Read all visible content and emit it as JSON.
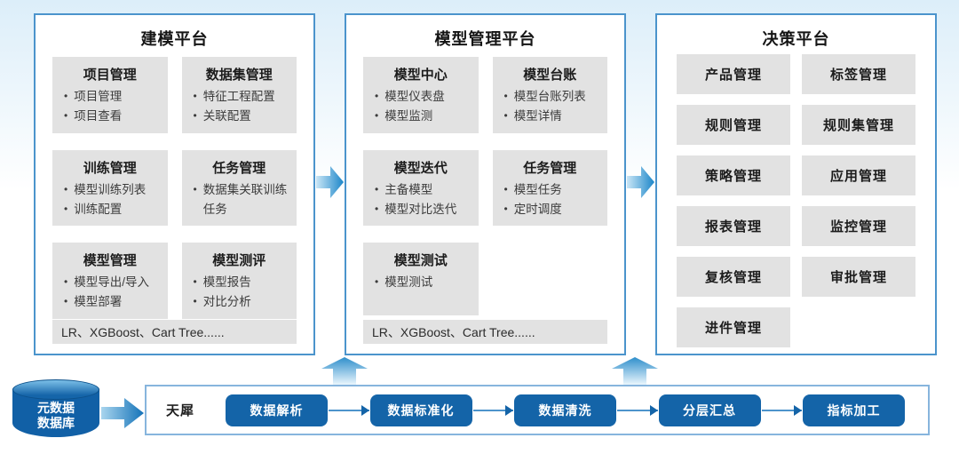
{
  "colors": {
    "accent_blue": "#1464a8",
    "panel_border": "#4b94cc",
    "box_gray": "#e2e2e2",
    "arrow_dark": "#1c86c9",
    "arrow_light": "#cde8f7"
  },
  "panels": [
    {
      "title": "建模平台",
      "footer": "LR、XGBoost、Cart Tree......",
      "sections": [
        {
          "title": "项目管理",
          "items": [
            "项目管理",
            "项目查看"
          ]
        },
        {
          "title": "数据集管理",
          "items": [
            "特征工程配置",
            "关联配置"
          ]
        },
        {
          "title": "训练管理",
          "items": [
            "模型训练列表",
            "训练配置"
          ]
        },
        {
          "title": "任务管理",
          "items": [
            "数据集关联训练任务"
          ]
        },
        {
          "title": "模型管理",
          "items": [
            "模型导出/导入",
            "模型部署"
          ]
        },
        {
          "title": "模型测评",
          "items": [
            "模型报告",
            "对比分析"
          ]
        }
      ]
    },
    {
      "title": "模型管理平台",
      "footer": "LR、XGBoost、Cart Tree......",
      "sections": [
        {
          "title": "模型中心",
          "items": [
            "模型仪表盘",
            "模型监测"
          ]
        },
        {
          "title": "模型台账",
          "items": [
            "模型台账列表",
            "模型详情"
          ]
        },
        {
          "title": "模型迭代",
          "items": [
            "主备模型",
            "模型对比迭代"
          ]
        },
        {
          "title": "任务管理",
          "items": [
            "模型任务",
            "定时调度"
          ]
        },
        {
          "title": "模型测试",
          "items": [
            "模型测试"
          ]
        }
      ]
    },
    {
      "title": "决策平台",
      "buttons": [
        "产品管理",
        "标签管理",
        "规则管理",
        "规则集管理",
        "策略管理",
        "应用管理",
        "报表管理",
        "监控管理",
        "复核管理",
        "审批管理",
        "进件管理"
      ]
    }
  ],
  "bottom": {
    "database_label": "元数据\n数据库",
    "engine_label": "天犀",
    "steps": [
      "数据解析",
      "数据标准化",
      "数据清洗",
      "分层汇总",
      "指标加工"
    ]
  }
}
